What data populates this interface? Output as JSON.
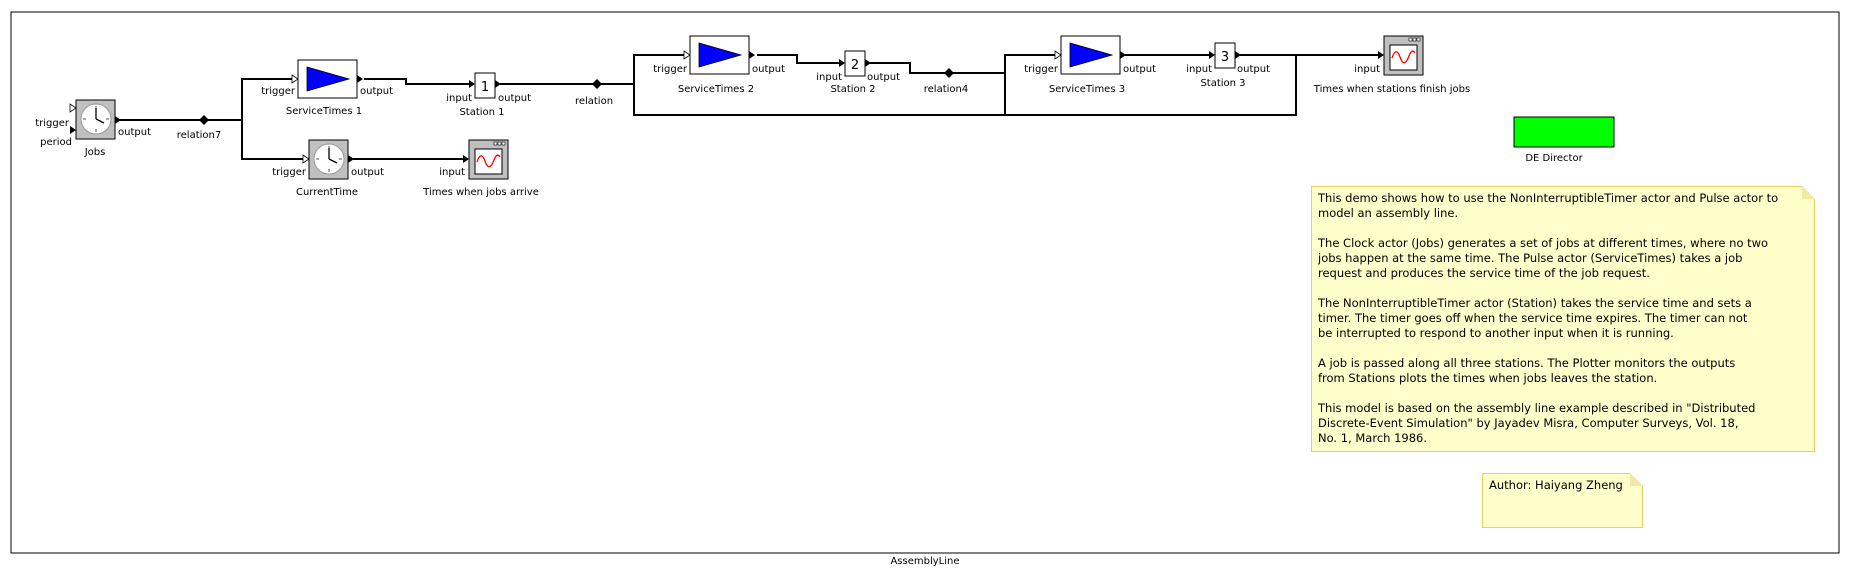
{
  "model": {
    "title": "AssemblyLine"
  },
  "actors": {
    "jobs": {
      "name": "Jobs",
      "ports": {
        "trigger": "trigger",
        "period": "period",
        "output": "output"
      }
    },
    "servicetimes1": {
      "name": "ServiceTimes 1",
      "ports": {
        "trigger": "trigger",
        "output": "output"
      }
    },
    "currenttime": {
      "name": "CurrentTime",
      "ports": {
        "trigger": "trigger",
        "output": "output"
      }
    },
    "station1": {
      "name": "Station 1",
      "value": "1",
      "ports": {
        "input": "input",
        "output": "output"
      }
    },
    "plotter_arrive": {
      "name": "Times when jobs arrive",
      "ports": {
        "input": "input"
      }
    },
    "servicetimes2": {
      "name": "ServiceTimes 2",
      "ports": {
        "trigger": "trigger",
        "output": "output"
      }
    },
    "station2": {
      "name": "Station 2",
      "value": "2",
      "ports": {
        "input": "input",
        "output": "output"
      }
    },
    "servicetimes3": {
      "name": "ServiceTimes 3",
      "ports": {
        "trigger": "trigger",
        "output": "output"
      }
    },
    "station3": {
      "name": "Station 3",
      "value": "3",
      "ports": {
        "input": "input",
        "output": "output"
      }
    },
    "plotter_finish": {
      "name": "Times when stations finish jobs",
      "ports": {
        "input": "input"
      }
    }
  },
  "relations": {
    "relation7": "relation7",
    "relation": "relation",
    "relation4": "relation4"
  },
  "director": {
    "name": "DE Director",
    "color": "#00ff00"
  },
  "colors": {
    "pulse": "#0000ff",
    "note_bg": "#ffffcc",
    "note_border": "#e8d060",
    "plot_trace": "#ff0000"
  },
  "notes": {
    "description": [
      "This demo shows how to use the NonInterruptibleTimer actor and Pulse actor to\nmodel an assembly line.",
      "The Clock actor (Jobs) generates a set of jobs at different times, where no two\njobs happen at the same time. The Pulse actor (ServiceTimes) takes a job\nrequest and produces the service time of the job request.",
      "The NonInterruptibleTimer actor (Station) takes the service time and sets a\ntimer. The timer goes off when the service time expires. The timer can not\nbe interrupted to respond to another input when it is running.",
      "A job is passed along all three stations. The Plotter monitors the outputs\nfrom Stations plots the times when jobs leaves the station.",
      "This model is based on the assembly line example described in \"Distributed\nDiscrete-Event Simulation\" by Jayadev Misra, Computer Surveys, Vol. 18,\nNo. 1, March 1986."
    ],
    "author": "Author: Haiyang Zheng"
  }
}
